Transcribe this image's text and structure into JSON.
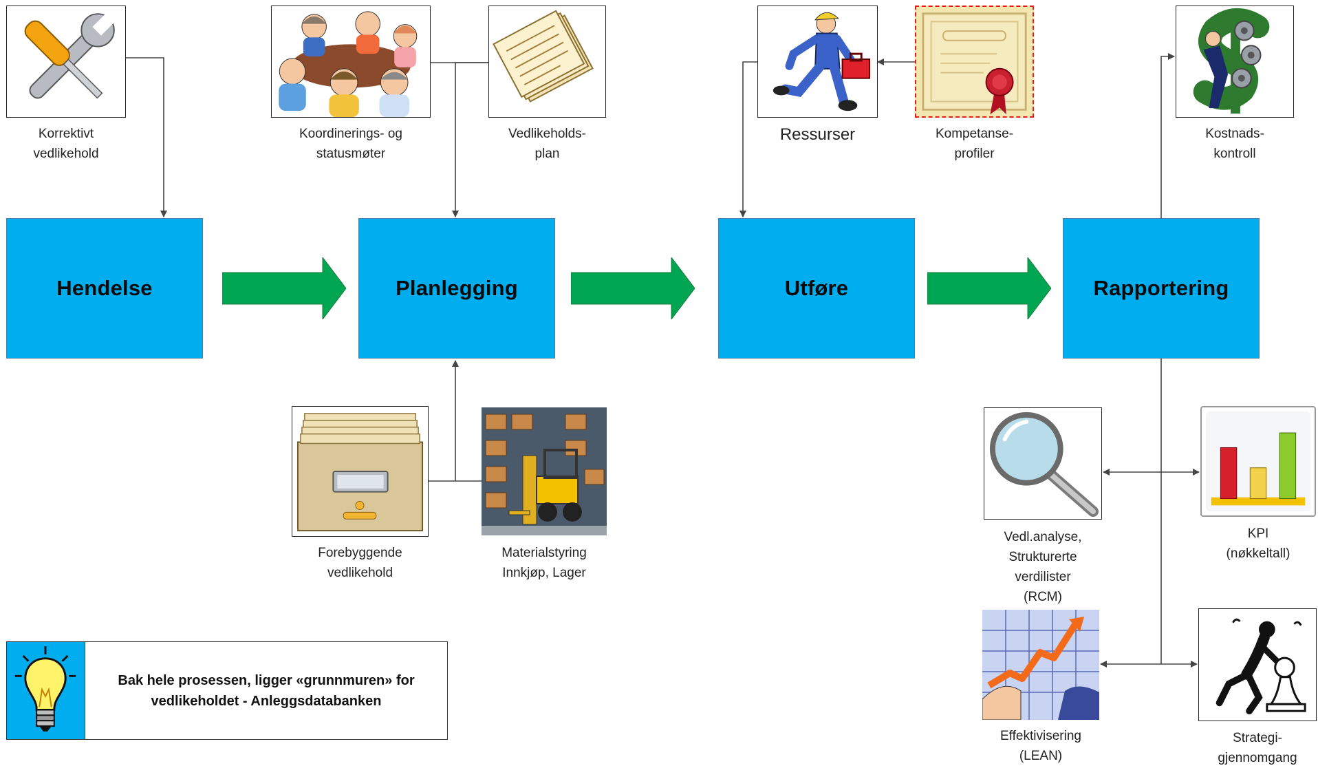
{
  "steps": [
    "Hendelse",
    "Planlegging",
    "Utføre",
    "Rapportering"
  ],
  "inputs": {
    "korrektivt": [
      "Korrektivt",
      "vedlikehold"
    ],
    "koordinering": [
      "Koordinerings- og",
      "statusmøter"
    ],
    "vedlikeholdsplan": [
      "Vedlikeholds-",
      "plan"
    ],
    "forebyggende": [
      "Forebyggende",
      "vedlikehold"
    ],
    "materialstyring": [
      "Materialstyring",
      "Innkjøp, Lager"
    ],
    "ressurser": [
      "Ressurser"
    ],
    "kompetanse": [
      "Kompetanse-",
      "profiler"
    ],
    "kostnadskontroll": [
      "Kostnads-",
      "kontroll"
    ],
    "vedlanalyse": [
      "Vedl.analyse,",
      "Strukturerte",
      "verdilister",
      "(RCM)"
    ],
    "kpi": [
      "KPI",
      "(nøkkeltall)"
    ],
    "effektivisering": [
      "Effektivisering",
      "(LEAN)"
    ],
    "strategi": [
      "Strategi-",
      "gjennomgang"
    ]
  },
  "callout": [
    "Bak hele prosessen, ligger «grunnmuren» for",
    "vedlikeholdet - Anleggsdatabanken"
  ],
  "colors": {
    "process_box": "#00aeef",
    "flow_arrow": "#00a651",
    "connector": "#444444"
  },
  "icons": {
    "korrektivt": "tools-icon",
    "koordinering": "meeting-icon",
    "vedlikeholdsplan": "document-icon",
    "forebyggende": "file-drawer-icon",
    "materialstyring": "forklift-icon",
    "ressurser": "worker-icon",
    "kompetanse": "certificate-icon",
    "kostnadskontroll": "dollar-gears-icon",
    "vedlanalyse": "magnifier-icon",
    "kpi": "bar-chart-icon",
    "effektivisering": "rising-graph-icon",
    "strategi": "strategy-figure-icon",
    "callout": "lightbulb-icon"
  }
}
